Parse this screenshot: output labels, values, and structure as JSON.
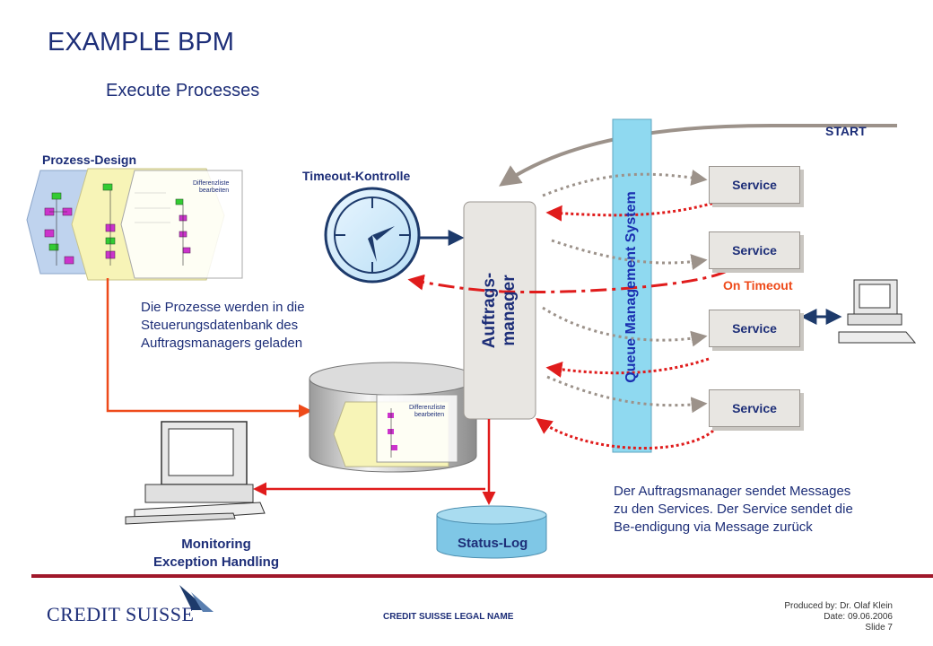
{
  "slide": {
    "title": "EXAMPLE BPM",
    "subtitle": "Execute Processes"
  },
  "diagram": {
    "start_label": "START",
    "process_design_label": "Prozess-Design",
    "timeout_label": "Timeout-Kontrolle",
    "auftragsmanager_label": "Auftrags-\nmanager",
    "queue_label": "Queue Management System",
    "on_timeout_label": "On Timeout",
    "status_log_label": "Status-Log",
    "services": [
      "Service",
      "Service",
      "Service",
      "Service"
    ],
    "process_note": "Die Prozesse werden in die Steuerungsdatenbank des Auftragsmanagers geladen",
    "manager_note": "Der Auftragsmanager sendet Messages zu den Services. Der Service sendet die Be-endigung via Message zurück",
    "monitoring_label_1": "Monitoring",
    "monitoring_label_2": "Exception Handling",
    "thumb_text_1": "Differenzliste",
    "thumb_text_2": "bearbeiten"
  },
  "footer": {
    "logo_text": "CREDIT SUISSE",
    "legal_name": "CREDIT SUISSE LEGAL NAME",
    "produced_by": "Produced by: Dr. Olaf Klein",
    "date": "Date: 09.06.2006",
    "slide_number": "Slide 7"
  },
  "colors": {
    "title": "#1d2e78",
    "queue_bar": "#8fd9f0",
    "red_arrow": "#e01c1c",
    "gray_arrow": "#9c928a",
    "footer_line": "#a0182a",
    "status_log": "#7fc7e6"
  }
}
